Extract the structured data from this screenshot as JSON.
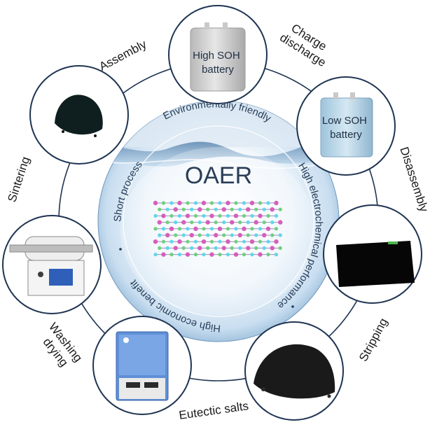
{
  "center": {
    "title": "OAER",
    "benefits": {
      "top": "Environmentally friendly",
      "right": "High electrochemical performance",
      "bottom": "High economic benefit",
      "left": "Short process"
    }
  },
  "nodes": {
    "high_soh_battery": "High SOH\nbattery",
    "low_soh_battery": "Low SOH\nbattery"
  },
  "steps": {
    "charge_discharge": "Charge\ndischarge",
    "disassembly": "Disassembly",
    "stripping": "Stripping",
    "eutectic_salts": "Eutectic salts",
    "washing_drying": "Washing\ndrying",
    "sintering": "Sintering",
    "assembly": "Assembly"
  },
  "colors": {
    "ring": "#1f3552",
    "water_light": "#dbeaf6",
    "water_dark": "#7aa6cc",
    "lattice_pink": "#d65fb8",
    "lattice_green": "#6fd07a",
    "lattice_cyan": "#5fd7e6",
    "lattice_bond": "#a08ac8"
  }
}
